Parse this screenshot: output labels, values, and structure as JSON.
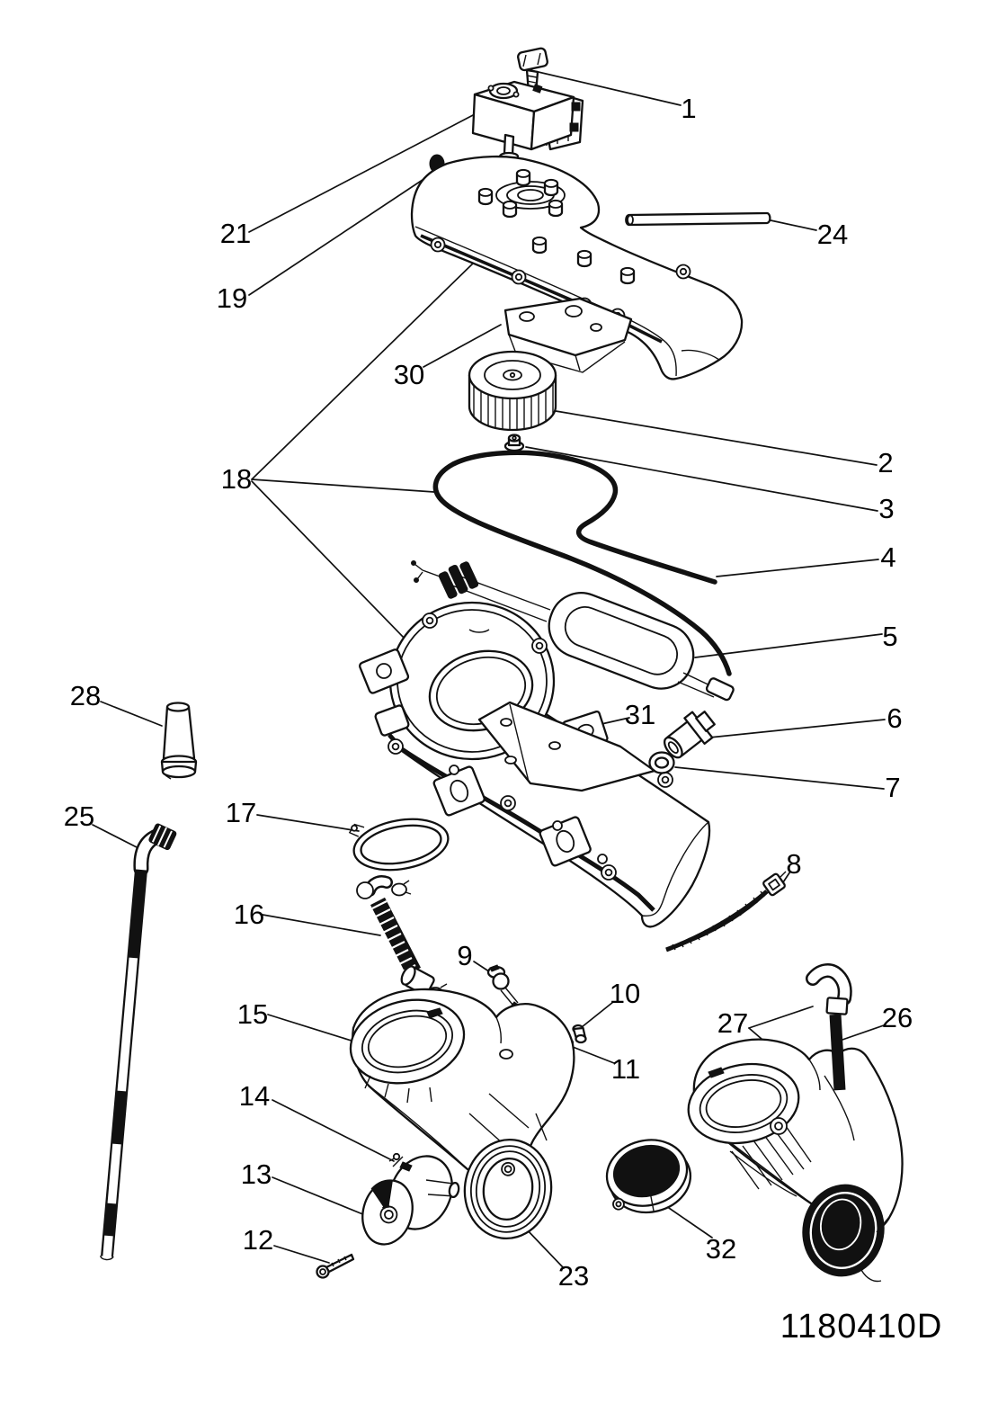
{
  "diagram": {
    "id_code": "1180410D"
  },
  "callouts": [
    {
      "label": "1"
    },
    {
      "label": "2"
    },
    {
      "label": "3"
    },
    {
      "label": "4"
    },
    {
      "label": "5"
    },
    {
      "label": "6"
    },
    {
      "label": "7"
    },
    {
      "label": "8"
    },
    {
      "label": "9"
    },
    {
      "label": "10"
    },
    {
      "label": "11"
    },
    {
      "label": "12"
    },
    {
      "label": "13"
    },
    {
      "label": "14"
    },
    {
      "label": "15"
    },
    {
      "label": "16"
    },
    {
      "label": "17"
    },
    {
      "label": "18"
    },
    {
      "label": "19"
    },
    {
      "label": "21"
    },
    {
      "label": "23"
    },
    {
      "label": "24"
    },
    {
      "label": "25"
    },
    {
      "label": "26"
    },
    {
      "label": "27"
    },
    {
      "label": "28"
    },
    {
      "label": "30"
    },
    {
      "label": "31"
    },
    {
      "label": "32"
    }
  ]
}
